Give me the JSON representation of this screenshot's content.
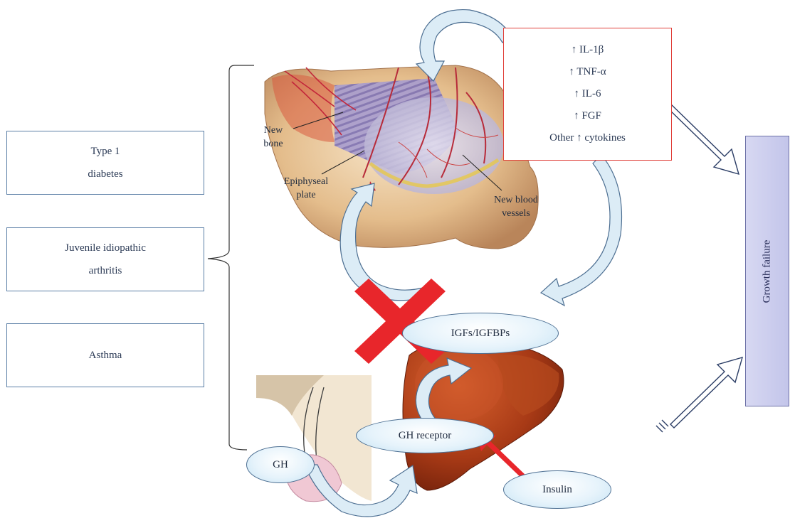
{
  "diseases": [
    {
      "line1": "Type 1",
      "line2": "diabetes"
    },
    {
      "line1": "Juvenile idiopathic",
      "line2": "arthritis"
    },
    {
      "line1": "Asthma",
      "line2": ""
    }
  ],
  "cytokines": [
    "↑ IL-1β",
    "↑ TNF-α",
    "↑ IL-6",
    "↑ FGF",
    "Other ↑ cytokines"
  ],
  "bone_labels": {
    "new_bone_1": "New",
    "new_bone_2": "bone",
    "epiphyseal_1": "Epiphyseal",
    "epiphyseal_2": "plate",
    "vessels_1": "New blood",
    "vessels_2": "vessels"
  },
  "nodes": {
    "igfs": "IGFs/IGFBPs",
    "gh_receptor": "GH receptor",
    "gh": "GH",
    "insulin": "Insulin"
  },
  "outcome": "Growth failure",
  "colors": {
    "box_border": "#5b7fa6",
    "cytokine_border": "#e0403a",
    "block_cross": "#e8262b",
    "insulin_arrow": "#e8262b",
    "outcome_fill": "#c9cbef",
    "curved_arrow_fill": "#dcecf6"
  },
  "icons": {
    "block": "red-x-icon",
    "bone": "bone-epiphysis-illustration",
    "liver": "liver-illustration",
    "pituitary": "pituitary-illustration"
  }
}
